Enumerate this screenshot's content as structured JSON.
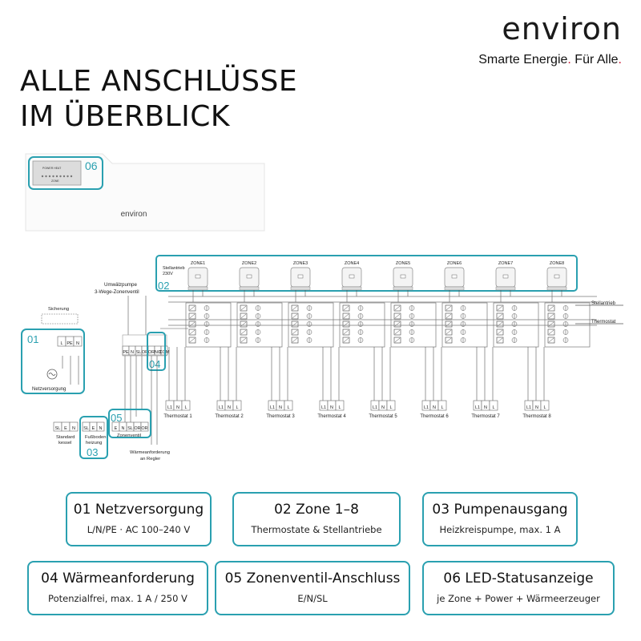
{
  "brand": {
    "logo": "environ",
    "tagline_part1": "Smarte Energie",
    "tagline_dot1": ".",
    "tagline_part2": " Für Alle",
    "tagline_dot2": "."
  },
  "title": {
    "line1": "ALLE ANSCHLÜSSE",
    "line2": "IM ÜBERBLICK"
  },
  "colors": {
    "accent": "#2aa0b0",
    "brand_red": "#c8102e",
    "text": "#111111",
    "line": "#555555"
  },
  "device": {
    "brand_label": "environ",
    "callout": "06",
    "display_lines": [
      "POWER  HEAT",
      "ZONE"
    ]
  },
  "diagram": {
    "callouts": {
      "c01": "01",
      "c02": "02",
      "c03": "03",
      "c04": "04",
      "c05": "05"
    },
    "stellantrieb_label": "Stellantrieb",
    "stellantrieb_voltage": "230V",
    "zones": [
      "ZONE1",
      "ZONE2",
      "ZONE3",
      "ZONE4",
      "ZONE5",
      "ZONE6",
      "ZONE7",
      "ZONE8"
    ],
    "thermostats": [
      "Thermostat 1",
      "Thermostat 2",
      "Thermostat 3",
      "Thermostat 4",
      "Thermostat 5",
      "Thermostat 6",
      "Thermostat 7",
      "Thermostat 8"
    ],
    "thermo_terminals": [
      "L1",
      "N",
      "L"
    ],
    "right_label_stellantrieb": "Stellantrieb",
    "right_label_thermostat": "Thermostat",
    "pump_label_1": "Umwälzpumpe",
    "pump_label_2": "3-Wege-Zonenventil",
    "sicherung": "Sicherung",
    "netzversorgung": "Netzversorgung",
    "power_terminals": [
      "L",
      "PE",
      "N"
    ],
    "main_terminals": [
      "PE",
      "N",
      "SL",
      "OR",
      "OR",
      "NO",
      "COM"
    ],
    "standard_terminals": [
      "SL",
      "E",
      "N"
    ],
    "standard_label_1": "Standard",
    "standard_label_2": "kessel",
    "floor_terminals": [
      "SL",
      "E",
      "N"
    ],
    "floor_label_1": "Fußboden",
    "floor_label_2": "heizung",
    "zone_valve_terminals": [
      "E",
      "N",
      "SL",
      "OR",
      "OR"
    ],
    "zone_valve_label": "Zonenventil",
    "waerme_label_1": "Wärmeanforderung",
    "waerme_label_2": "an Regler"
  },
  "cards": [
    {
      "title": "01 Netzversorgung",
      "sub": "L/N/PE · AC 100–240 V"
    },
    {
      "title": "02 Zone 1–8",
      "sub": "Thermostate & Stellantriebe"
    },
    {
      "title": "03 Pumpenausgang",
      "sub": "Heizkreispumpe, max. 1 A"
    },
    {
      "title": "04 Wärmeanforderung",
      "sub": "Potenzialfrei, max. 1 A / 250 V"
    },
    {
      "title": "05 Zonenventil-Anschluss",
      "sub": "E/N/SL"
    },
    {
      "title": "06 LED-Statusanzeige",
      "sub": "je Zone + Power + Wärmeerzeuger"
    }
  ]
}
